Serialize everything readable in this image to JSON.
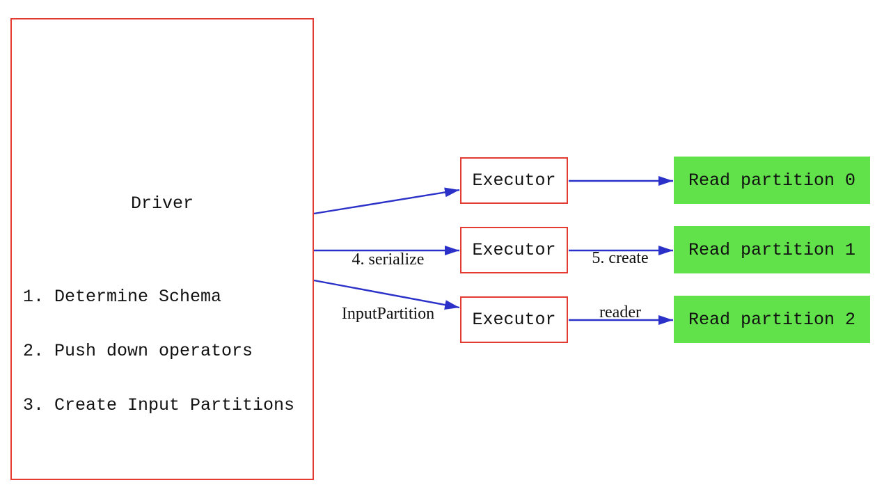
{
  "colors": {
    "box-red": "#e33b32",
    "arrow-blue": "#2a30c8",
    "partition-green": "#62e24a",
    "text-black": "#111111"
  },
  "driver": {
    "title": "Driver",
    "steps": [
      "1. Determine Schema",
      "2. Push down operators",
      "3. Create Input Partitions"
    ]
  },
  "executors": [
    {
      "label": "Executor"
    },
    {
      "label": "Executor"
    },
    {
      "label": "Executor"
    }
  ],
  "partitions": [
    {
      "label": "Read partition 0"
    },
    {
      "label": "Read partition 1"
    },
    {
      "label": "Read partition 2"
    }
  ],
  "arrow_labels": {
    "serialize": {
      "line1": "4. serialize",
      "line2": "InputPartition"
    },
    "create_reader": {
      "line1": "5. create",
      "line2": "reader"
    }
  }
}
